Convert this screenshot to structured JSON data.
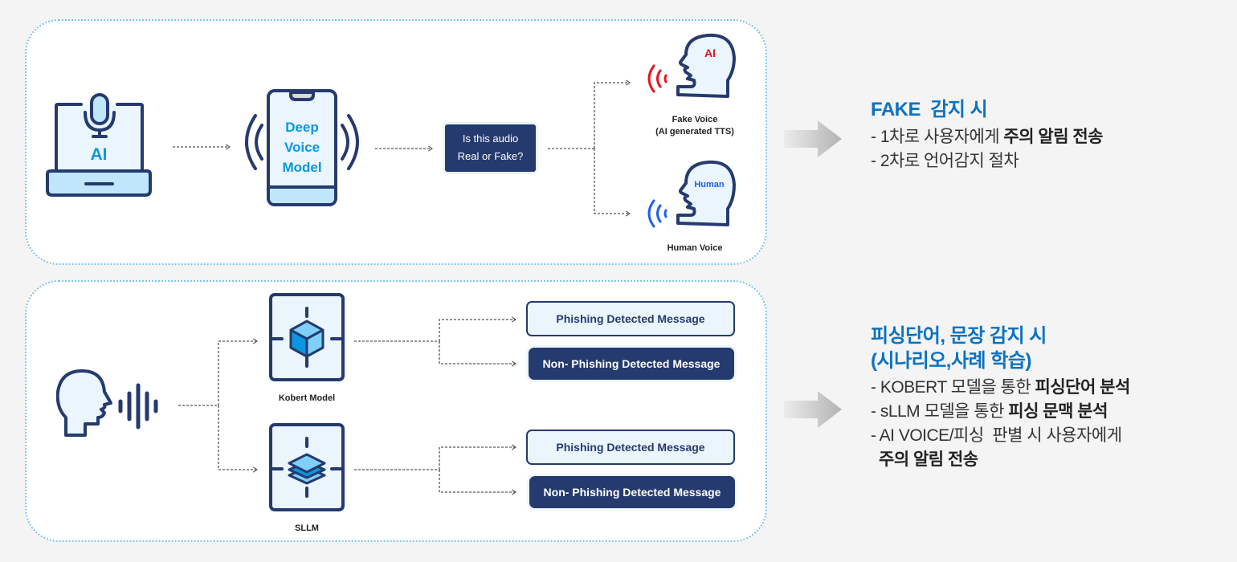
{
  "colors": {
    "navy": "#253a6e",
    "light_fill": "#eaf5fd",
    "icon_fill": "#bfe6fb",
    "accent_blue": "#0a96e0",
    "title_blue": "#0a72c2",
    "fake_red": "#e8141b",
    "human_blue": "#1e5ef0",
    "panel_border": "#7cc4f0",
    "connector_gray": "#555555"
  },
  "top_panel": {
    "laptop": {
      "icon": "laptop-microphone-icon",
      "label": "AI"
    },
    "phone": {
      "icon": "smartphone-vibrating-icon",
      "label_lines": [
        "Deep",
        "Voice",
        "Model"
      ]
    },
    "question": {
      "lines": [
        "Is this audio",
        "Real or Fake?"
      ]
    },
    "outputs": [
      {
        "icon": "speaking-head-icon",
        "head_text": "AI",
        "head_text_color": "#e8141b",
        "wave_color": "#e8141b",
        "caption_lines": [
          "Fake Voice",
          "(AI generated TTS)"
        ]
      },
      {
        "icon": "speaking-head-icon",
        "head_text": "Human",
        "head_text_color": "#1e5ef0",
        "wave_color": "#1e5ef0",
        "caption_lines": [
          "Human Voice"
        ]
      }
    ]
  },
  "bottom_panel": {
    "speaker": {
      "icon": "speaking-head-soundwave-icon"
    },
    "models": [
      {
        "icon": "cube-icon",
        "label": "Kobert Model",
        "results": [
          "Phishing Detected Message",
          "Non- Phishing Detected Message"
        ]
      },
      {
        "icon": "layers-icon",
        "label": "SLLM",
        "results": [
          "Phishing Detected Message",
          "Non- Phishing Detected Message"
        ]
      }
    ]
  },
  "notes": [
    {
      "title_lines": [
        "FAKE  감지 시"
      ],
      "lines": [
        {
          "normal": "- 1차로 사용자에게 ",
          "bold": "주의 알림 전송"
        },
        {
          "normal": "- 2차로 언어감지 절차",
          "bold": ""
        }
      ]
    },
    {
      "title_lines": [
        "피싱단어, 문장 감지 시",
        "(시나리오,사례 학습)"
      ],
      "lines": [
        {
          "normal": "- KOBERT 모델을 통한 ",
          "bold": "피싱단어 분석"
        },
        {
          "normal": "- sLLM 모델을 통한 ",
          "bold": "피싱 문맥 분석"
        },
        {
          "normal": "- AI VOICE/피싱  판별 시 사용자에게",
          "bold": ""
        },
        {
          "normal": "",
          "bold": "주의 알림 전송"
        }
      ]
    }
  ]
}
